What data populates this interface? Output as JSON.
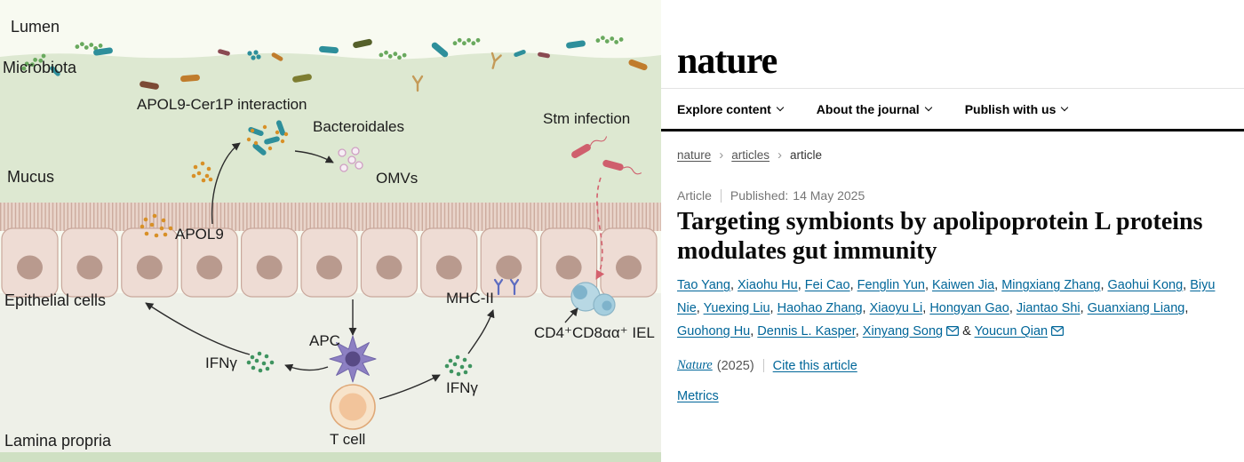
{
  "diagram": {
    "labels": {
      "lumen": "Lumen",
      "microbiota": "Microbiota",
      "apol9_cer1p": "APOL9-Cer1P interaction",
      "bacteroidales": "Bacteroidales",
      "mucus": "Mucus",
      "omvs": "OMVs",
      "apol9": "APOL9",
      "stm_infection": "Stm infection",
      "epithelial_cells": "Epithelial cells",
      "mhc2": "MHC-II",
      "cd4cd8_iel": "CD4⁺CD8αα⁺ IEL",
      "ifng_left": "IFNγ",
      "apc": "APC",
      "ifng_right": "IFNγ",
      "t_cell": "T cell",
      "lamina_propria": "Lamina propria"
    }
  },
  "journal": {
    "logo": "nature",
    "nav": [
      {
        "label": "Explore content"
      },
      {
        "label": "About the journal"
      },
      {
        "label": "Publish with us"
      }
    ],
    "breadcrumb": [
      {
        "label": "nature",
        "link": true
      },
      {
        "label": "articles",
        "link": true
      },
      {
        "label": "article",
        "link": false
      }
    ],
    "article": {
      "type": "Article",
      "published_label": "Published:",
      "published_date": "14 May 2025",
      "title": "Targeting symbionts by apolipoprotein L proteins modulates gut immunity",
      "authors": [
        {
          "name": "Tao Yang"
        },
        {
          "name": "Xiaohu Hu"
        },
        {
          "name": "Fei Cao"
        },
        {
          "name": "Fenglin Yun"
        },
        {
          "name": "Kaiwen Jia"
        },
        {
          "name": "Mingxiang Zhang"
        },
        {
          "name": "Gaohui Kong"
        },
        {
          "name": "Biyu Nie"
        },
        {
          "name": "Yuexing Liu"
        },
        {
          "name": "Haohao Zhang"
        },
        {
          "name": "Xiaoyu Li"
        },
        {
          "name": "Hongyan Gao"
        },
        {
          "name": "Jiantao Shi"
        },
        {
          "name": "Guanxiang Liang"
        },
        {
          "name": "Guohong Hu"
        },
        {
          "name": "Dennis L. Kasper"
        },
        {
          "name": "Xinyang Song",
          "envelope": true
        },
        {
          "name": "Youcun Qian",
          "envelope": true
        }
      ],
      "journal_name": "Nature",
      "year": "(2025)",
      "cite_link": "Cite this article",
      "metrics_link": "Metrics"
    }
  },
  "colors": {
    "link": "#006699",
    "mucus_green": "#dde8d1",
    "epithelium_pink": "#eedcd4",
    "stm_red": "#cf5f6d",
    "apol9_orange": "#d89027",
    "ifng_green": "#3f9460"
  }
}
